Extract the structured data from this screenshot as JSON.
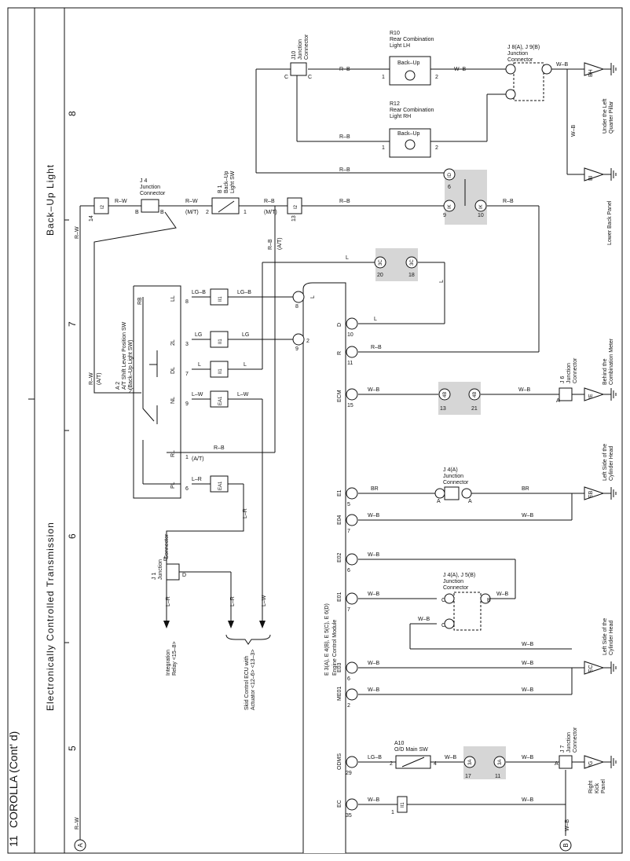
{
  "page": {
    "number": "11",
    "model": "COROLLA (Cont' d)",
    "system_left": "Electronically Controlled Transmission",
    "system_right": "Back–Up Light",
    "col_5": "5",
    "col_6": "6",
    "col_7": "7",
    "col_8": "8",
    "terminal_a": "A",
    "terminal_b": "B"
  },
  "wires": {
    "rw": "R–W",
    "rb": "R–B",
    "wb": "W–B",
    "lgb": "LG–B",
    "lg": "LG",
    "l": "L",
    "lw": "L–W",
    "lr": "L–R",
    "br": "BR",
    "mt": "(M/T)",
    "at": "(A/T)"
  },
  "components": {
    "r10": [
      "R10",
      "Rear Combination",
      "Light LH"
    ],
    "r12": [
      "R12",
      "Rear Combination",
      "Light RH"
    ],
    "backup": "Back–Up",
    "j10": [
      "J10",
      "Junction",
      "Connector"
    ],
    "j8": [
      "J 8(A), J 9(B)",
      "Junction",
      "Connector"
    ],
    "j4a": [
      "J 4",
      "Junction",
      "Connector"
    ],
    "b1": [
      "B 1",
      "Back–Up",
      "Light SW"
    ],
    "a2": [
      "A 2",
      "A/T Shift Lever Position SW",
      "(Back–Up Light SW)"
    ],
    "j1": [
      "J 1",
      "Junction",
      "Connector"
    ],
    "ecm": [
      "E 3(A), E 4(B), E 5(C), E 6(D)",
      "Engine Control Module"
    ],
    "j6": [
      "J 6",
      "Junction",
      "Connector"
    ],
    "j4b": [
      "J 4(A)",
      "Junction",
      "Connector"
    ],
    "j4c": [
      "J 4(A), J 5(B)",
      "Junction",
      "Connector"
    ],
    "a10": [
      "A10",
      "O/D Main SW"
    ],
    "j7": [
      "J 7",
      "Junction",
      "Connector"
    ]
  },
  "grounds": {
    "bh": [
      "BH",
      "Under the Left",
      "Quarter Pillar"
    ],
    "bi": [
      "BI",
      "Lower Back Panel"
    ],
    "ie": [
      "IE",
      "Behind the",
      "Combination Meter"
    ],
    "eb": [
      "EB",
      "Left Side of the",
      "Cylinder Head"
    ],
    "ec": [
      "EC",
      "Left Side of the",
      "Cylinder Head"
    ],
    "ig": [
      "IG",
      "Right",
      "Kick",
      "Panel"
    ]
  },
  "destinations": {
    "integration": [
      "Integration",
      "Relay <15–8>"
    ],
    "skid": [
      "Skid Control ECU with",
      "Actuator <12–6> <13–3>"
    ]
  },
  "ecm_terminals": {
    "l": "L",
    "d": "D",
    "r": "R",
    "ecm": "ECM",
    "e1": "E1",
    "e04": "E04",
    "e02": "E02",
    "e01": "E01",
    "e03": "E03",
    "med1": "ME01",
    "odms": "ODMS",
    "ec": "EC"
  },
  "a2_terminals": {
    "ll": "LL",
    "twol": "2L",
    "dl": "DL",
    "nl": "NL",
    "rl": "RL",
    "pl": "PL",
    "rb": "RB"
  },
  "connectors": {
    "i2": "I2",
    "ii": "II1",
    "ea1": "EA1",
    "ik": "IK",
    "id": "ID",
    "3c": "3C",
    "4b": "4B",
    "3a": "3A",
    "il": "II1"
  },
  "pins": {
    "p1": "1",
    "p2": "2",
    "p3": "3",
    "p4": "4",
    "p5": "5",
    "p6": "6",
    "p7": "7",
    "p8": "8",
    "p9": "9",
    "p10": "10",
    "p11": "11",
    "p13": "13",
    "p14": "14",
    "p15": "15",
    "p17": "17",
    "p18": "18",
    "p20": "20",
    "p21": "21",
    "p29": "29",
    "p35": "35",
    "pa": "A",
    "pb": "B",
    "pc": "C",
    "pd": "D"
  }
}
